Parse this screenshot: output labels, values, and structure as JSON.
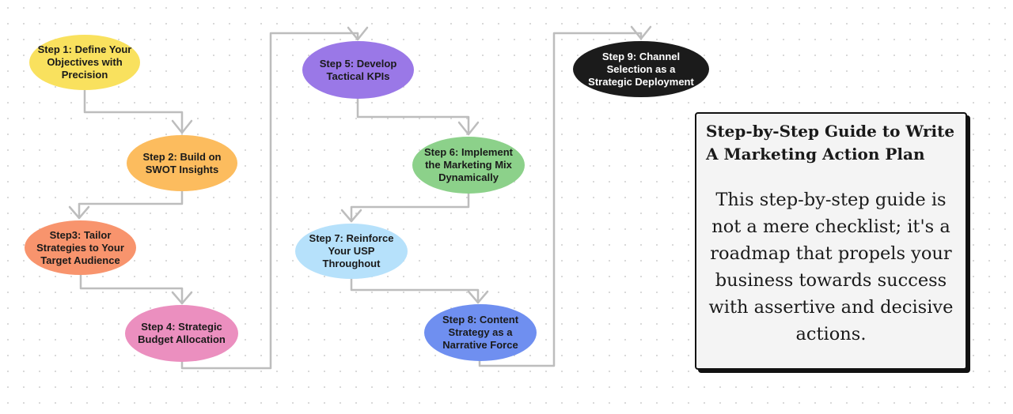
{
  "colors": {
    "connector": "#bdbdbd",
    "step1": "#f9e15e",
    "step2": "#fcbc5e",
    "step3": "#f8946d",
    "step4": "#eb8fbf",
    "step5": "#9a78e7",
    "step6": "#8cd18a",
    "step7": "#b6e1fb",
    "step8": "#6f8ff0",
    "step9": "#1b1b1b"
  },
  "steps": [
    {
      "label": "Step 1: Define Your\nObjectives with\nPrecision"
    },
    {
      "label": "Step 2: Build on\nSWOT Insights"
    },
    {
      "label": "Step3: Tailor\nStrategies to Your\nTarget Audience"
    },
    {
      "label": "Step 4: Strategic\nBudget Allocation"
    },
    {
      "label": "Step 5: Develop\nTactical KPIs"
    },
    {
      "label": "Step 6: Implement\nthe Marketing Mix\nDynamically"
    },
    {
      "label": "Step 7: Reinforce\nYour USP\nThroughout"
    },
    {
      "label": "Step 8: Content\nStrategy as a\nNarrative Force"
    },
    {
      "label": "Step 9: Channel\nSelection as a\nStrategic Deployment"
    }
  ],
  "info": {
    "title": "Step-by-Step Guide to Write A Marketing Action Plan",
    "body": "This step-by-step guide is not a mere checklist; it's a roadmap that propels your business towards success with assertive and decisive actions."
  }
}
